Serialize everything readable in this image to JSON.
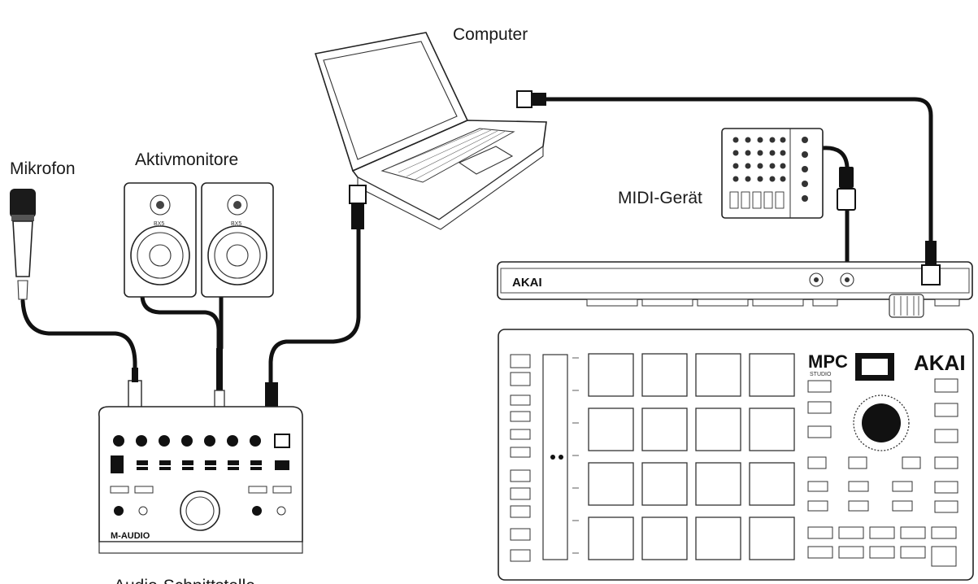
{
  "labels": {
    "computer": "Computer",
    "microphone": "Mikrofon",
    "monitors": "Aktivmonitore",
    "midi_device": "MIDI-Gerät",
    "audio_interface": "Audio-Schnittstelle"
  },
  "brands": {
    "interface_brand": "M-AUDIO",
    "controller_brand": "AKAI",
    "controller_model": "MPC",
    "controller_model_sub": "STUDIO",
    "monitor_brand": "BX5"
  }
}
